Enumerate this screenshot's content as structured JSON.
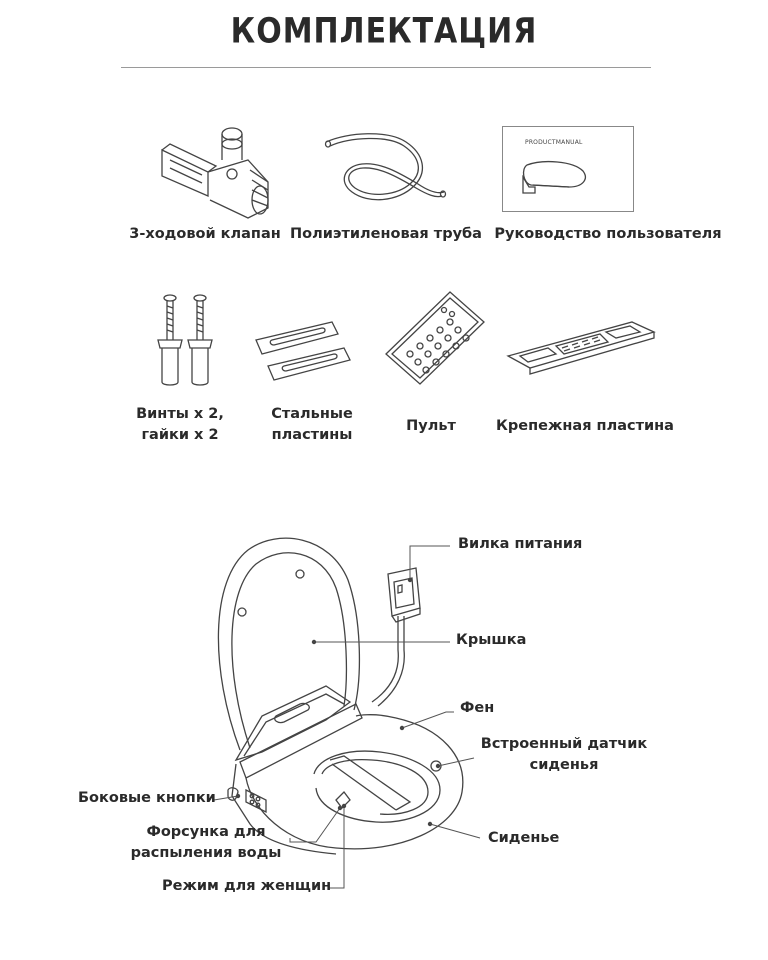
{
  "page_title": "КОМПЛЕКТАЦИЯ",
  "kit_items": [
    {
      "label": "3-ходовой клапан",
      "icon": "three-way-valve-icon"
    },
    {
      "label": "Полиэтиленовая труба",
      "icon": "pe-tube-icon"
    },
    {
      "label": "Руководство пользователя",
      "icon": "user-manual-icon",
      "inner_text": "PRODUCTMANUAL"
    },
    {
      "label_lines": [
        "Винты x 2,",
        "гайки x 2"
      ],
      "icon": "screws-nuts-icon"
    },
    {
      "label_lines": [
        "Стальные",
        "пластины"
      ],
      "icon": "steel-plates-icon"
    },
    {
      "label": "Пульт",
      "icon": "remote-control-icon"
    },
    {
      "label": "Крепежная пластина",
      "icon": "mounting-plate-icon"
    }
  ],
  "diagram": {
    "icon": "bidet-seat-icon",
    "callouts": {
      "power_plug": "Вилка питания",
      "lid": "Крышка",
      "dryer": "Фен",
      "seat_sensor_lines": [
        "Встроенный датчик",
        "сиденья"
      ],
      "side_buttons": "Боковые кнопки",
      "water_nozzle_lines": [
        "Форсунка для",
        "распыления воды"
      ],
      "seat": "Сиденье",
      "female_mode": "Режим для женщин"
    }
  }
}
